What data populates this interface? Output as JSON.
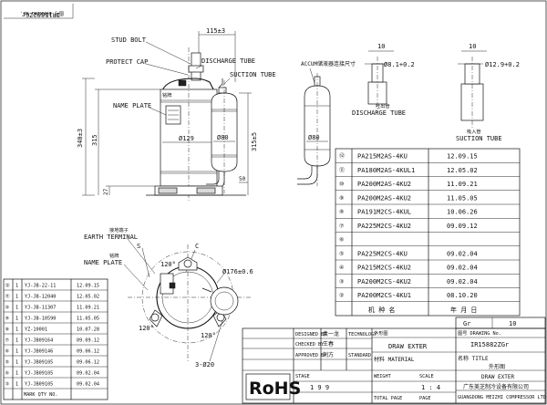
{
  "drawing_number_rotated": "IR15882ZGr",
  "rotated_note": "图号 DRAWING No.",
  "labels": {
    "stud_bolt": "STUD BOLT",
    "protect_cap": "PROTECT CAP",
    "discharge_tube": "DISCHARGE TUBE",
    "suction_tube": "SUCTION TUBE",
    "name_plate": "NAME PLATE",
    "accum_label": "ACCUM储液器连接尺寸",
    "accum_sub": "储液器连接尺寸",
    "earth_terminal": "EARTH TERMINAL",
    "name_plate_bottom": "NAME PLATE",
    "s_mark": "S",
    "c_mark": "C",
    "discharge_tube_detail": "DISCHARGE TUBE",
    "suction_tube_detail": "SUCTION TUBE",
    "terminal_small": "接地端子",
    "plate_small": "铭牌",
    "detail_small_1": "吐出管",
    "detail_small_2": "吸入管"
  },
  "dimensions": {
    "width_top": "115±3",
    "height_total": "340±3",
    "height_body": "315",
    "height_accum": "315±5",
    "base_height": "27",
    "shell_dia": "Ø129",
    "accum_dia": "Ø80",
    "accum_side_dia": "Ø80",
    "pcd": "Ø176±0.6",
    "foot_hole": "3-Ø20",
    "angle_1": "120°",
    "angle_2": "120°",
    "angle_3": "120°",
    "dim_50": "50",
    "discharge_len": "10",
    "discharge_dia": "Ø8.1+0.2",
    "suction_len": "10",
    "suction_dia": "Ø12.9+0.2"
  },
  "model_table": {
    "rows": [
      {
        "mark": "⑫",
        "model": "PA215M2AS-4KU",
        "date": "12.09.15"
      },
      {
        "mark": "⑪",
        "model": "PA180M2AS-4KUL1",
        "date": "12.05.02"
      },
      {
        "mark": "⑩",
        "model": "PA200M2AS-4KU2",
        "date": "11.09.21"
      },
      {
        "mark": "⑨",
        "model": "PA200M2AS-4KU2",
        "date": "11.05.05"
      },
      {
        "mark": "⑧",
        "model": "PA191M2CS-4KUL",
        "date": "10.06.26"
      },
      {
        "mark": "⑦",
        "model": "PA225M2CS-4KU2",
        "date": "09.09.12"
      },
      {
        "mark": "⑥",
        "model": "",
        "date": ""
      },
      {
        "mark": "⑤",
        "model": "PA225M2CS-4KU",
        "date": "09.02.04"
      },
      {
        "mark": "④",
        "model": "PA215M2CS-4KU2",
        "date": "09.02.04"
      },
      {
        "mark": "③",
        "model": "PA200M2CS-4KU2",
        "date": "09.02.04"
      },
      {
        "mark": "②",
        "model": "PA200M2CS-4KU1",
        "date": "08.10.20"
      }
    ],
    "footer_model": "机 种 名",
    "footer_date": "年 月 日"
  },
  "revision_table": {
    "rows": [
      {
        "mark": "⑫",
        "no": "1",
        "code": "YJ-JB-22-11",
        "date": "12.09.15"
      },
      {
        "mark": "⑪",
        "no": "1",
        "code": "YJ-JB-12040",
        "date": "12.05.02"
      },
      {
        "mark": "⑩",
        "no": "1",
        "code": "YJ-JB-11307",
        "date": "11.09.21"
      },
      {
        "mark": "⑨",
        "no": "1",
        "code": "YJ-JB-10590",
        "date": "11.05.05"
      },
      {
        "mark": "⑧",
        "no": "1",
        "code": "YZ-10001",
        "date": "10.07.28"
      },
      {
        "mark": "⑦",
        "no": "1",
        "code": "YJ-JB09164",
        "date": "09.09.12"
      },
      {
        "mark": "⑥",
        "no": "1",
        "code": "YJ-JB09146",
        "date": "09.06.12"
      },
      {
        "mark": "⑤",
        "no": "1",
        "code": "YJ-JB09105",
        "date": "09.06.12"
      },
      {
        "mark": "④",
        "no": "1",
        "code": "YJ-JB09105",
        "date": "09.02.04"
      },
      {
        "mark": "③",
        "no": "1",
        "code": "YJ-JB09105",
        "date": "09.02.04"
      }
    ],
    "footer": "MARK QTY NO."
  },
  "title_block": {
    "scale_label": "Gr",
    "sheet": "10",
    "drawing_no_label": "图号 DRAWING No.",
    "drawing_no": "IR15882ZGr",
    "draw_exter_cn": "外形图",
    "draw_exter": "DRAW EXTER",
    "material_label": "材料 MATERIAL",
    "title_label": "名称 TITLE",
    "title_cn": "外形图",
    "title_en": "DRAW EXTER",
    "company_cn": "广东美芝制冷设备有限公司",
    "company_en": "GUANGDONG MEIZHI COMPRESSOR LTD",
    "designed": "DESIGNED BY",
    "checked": "CHECKED BY",
    "approved": "APPROVED BY",
    "technology": "TECHNOLOGY",
    "standard": "STANDARD",
    "stage": "STAGE",
    "weight": "WEIGHT",
    "scale": "SCALE",
    "scale_value": "1 : 4",
    "sheet_count": "1 9 9",
    "total_page": "TOTAL PAGE",
    "page": "PAGE",
    "names": [
      "袁一龙",
      "王春",
      "刘方"
    ],
    "rohs": "RoHS"
  }
}
